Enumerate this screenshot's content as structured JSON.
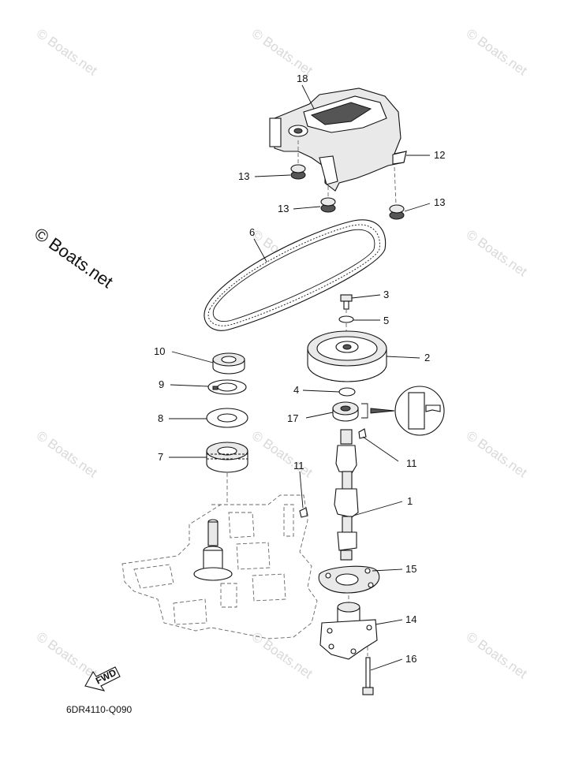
{
  "watermark": {
    "text": "© Boats.net",
    "prominent_text": "© Boats.net"
  },
  "callouts": {
    "c18": "18",
    "c12": "12",
    "c13a": "13",
    "c13b": "13",
    "c13c": "13",
    "c6": "6",
    "c3": "3",
    "c5": "5",
    "c10": "10",
    "c2": "2",
    "c9": "9",
    "c4": "4",
    "c8": "8",
    "c17": "17",
    "c7": "7",
    "c11a": "11",
    "c11b": "11",
    "c1": "1",
    "c15": "15",
    "c14": "14",
    "c16": "16"
  },
  "fwd_label": "FWD",
  "diagram_code": "6DR4110-Q090",
  "colors": {
    "line": "#111111",
    "watermark": "#d9d9d9",
    "background": "#ffffff"
  }
}
